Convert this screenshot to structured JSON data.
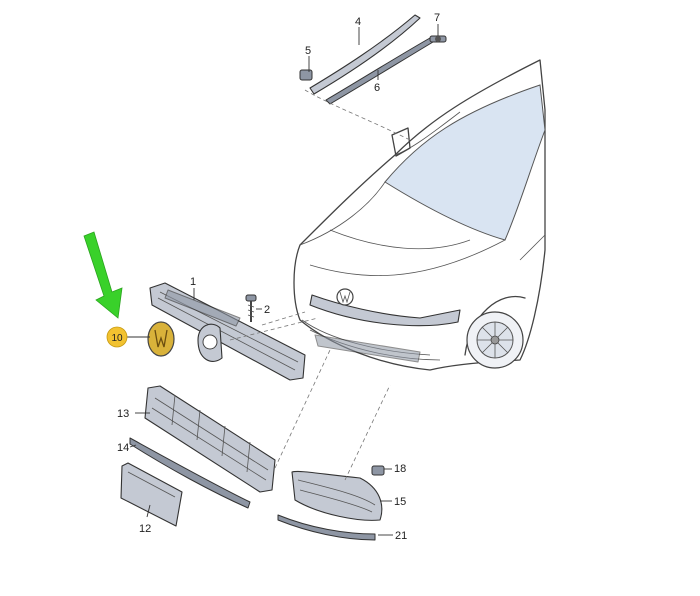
{
  "callouts": [
    {
      "id": "c1",
      "label": "1"
    },
    {
      "id": "c2",
      "label": "2"
    },
    {
      "id": "c4",
      "label": "4"
    },
    {
      "id": "c5",
      "label": "5"
    },
    {
      "id": "c6",
      "label": "6"
    },
    {
      "id": "c7",
      "label": "7"
    },
    {
      "id": "c10",
      "label": "10"
    },
    {
      "id": "c12",
      "label": "12"
    },
    {
      "id": "c13",
      "label": "13"
    },
    {
      "id": "c14",
      "label": "14"
    },
    {
      "id": "c15",
      "label": "15"
    },
    {
      "id": "c18",
      "label": "18"
    },
    {
      "id": "c21",
      "label": "21"
    }
  ],
  "colors": {
    "highlight_badge": "#f2c230",
    "arrow": "#39d12a",
    "part_fill": "#c4c9d3",
    "line": "#444444"
  }
}
